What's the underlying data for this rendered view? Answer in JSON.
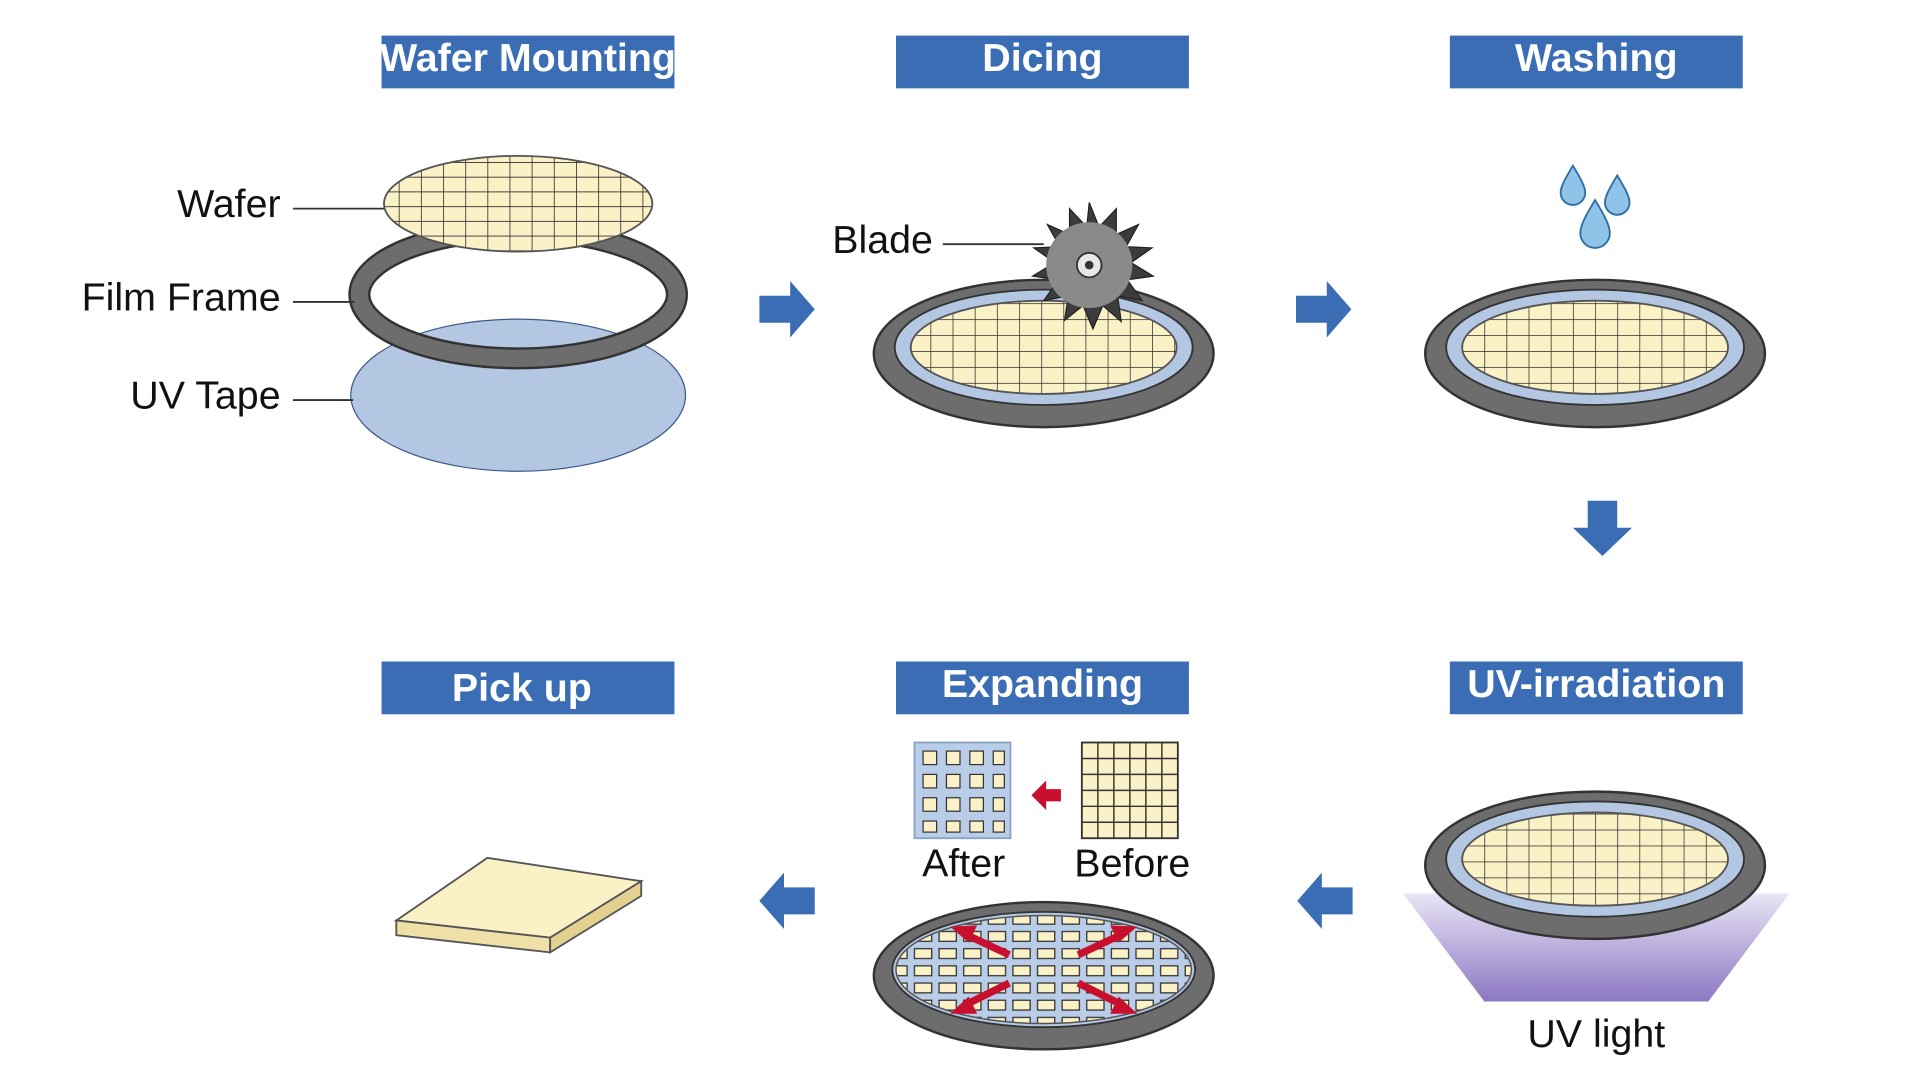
{
  "steps": {
    "mounting": "Wafer Mounting",
    "dicing": "Dicing",
    "washing": "Washing",
    "uv_irradiation": "UV-irradiation",
    "expanding": "Expanding",
    "pick_up": "Pick up"
  },
  "labels": {
    "wafer": "Wafer",
    "film_frame": "Film Frame",
    "uv_tape": "UV Tape",
    "blade": "Blade",
    "after": "After",
    "before": "Before",
    "uv_light": "UV light"
  },
  "colors": {
    "title_bg": "#3a6db4",
    "arrow": "#3a6db4",
    "wafer_fill": "#fbf1c7",
    "frame_ring": "#6d6d6d",
    "uv_tape": "#b3c7e3",
    "expand_arrow": "#c8102e",
    "uv_glow": "#8e7ac4",
    "water_drop": "#8fc3e8"
  },
  "icons": {
    "flow_arrow": "block-arrow-icon",
    "saw_blade": "circular-saw-blade-icon",
    "water_drop": "water-drop-icon",
    "expand_arrow": "red-double-arrow-icon"
  }
}
